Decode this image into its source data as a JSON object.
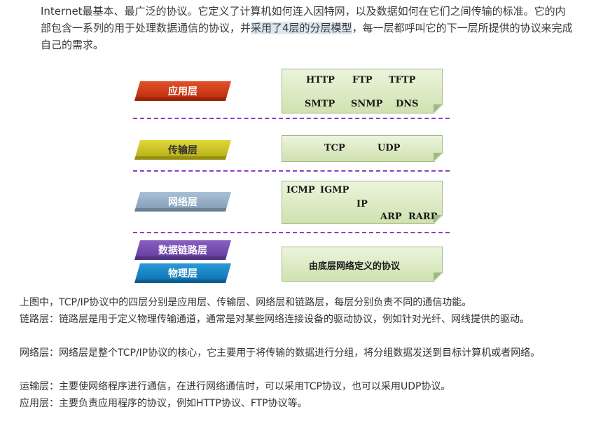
{
  "intro": {
    "text_before": "Internet最基本、最广泛的协议。它定义了计算机如何连入因特网，以及数据如何在它们之间传输的标准。它的内部包含一系列的用于处理数据通信的协议，并",
    "highlight": "采用了4层的分层模型",
    "text_after": "，每一层都呼叫它的下一层所提供的协议来完成自己的需求。"
  },
  "diagram": {
    "layers": {
      "application": "应用层",
      "transport": "传输层",
      "network": "网络层",
      "datalink": "数据链路层",
      "physical": "物理层"
    },
    "protocols": {
      "application": [
        "HTTP",
        "FTP",
        "TFTP",
        "SMTP",
        "SNMP",
        "DNS"
      ],
      "transport": [
        "TCP",
        "UDP"
      ],
      "network": [
        "ICMP",
        "IGMP",
        "IP",
        "ARP",
        "RARP"
      ],
      "physical": "由底层网络定义的协议"
    }
  },
  "body": {
    "p1": "上图中，TCP/IP协议中的四层分别是应用层、传输层、网络层和链路层，每层分别负责不同的通信功能。",
    "p2": "链路层：链路层是用于定义物理传输通道，通常是对某些网络连接设备的驱动协议，例如针对光纤、网线提供的驱动。",
    "p3": "网络层：网络层是整个TCP/IP协议的核心，它主要用于将传输的数据进行分组，将分组数据发送到目标计算机或者网络。",
    "p4": "运输层：主要使网络程序进行通信，在进行网络通信时，可以采用TCP协议，也可以采用UDP协议。",
    "p5": "应用层：主要负责应用程序的协议，例如HTTP协议、FTP协议等。"
  }
}
